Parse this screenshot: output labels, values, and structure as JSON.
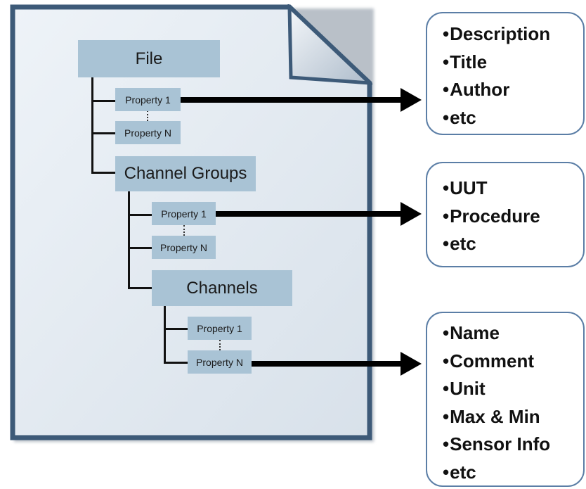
{
  "tree": {
    "file": "File",
    "file_property_1": "Property 1",
    "file_property_n": "Property N",
    "channel_groups": "Channel Groups",
    "group_property_1": "Property 1",
    "group_property_n": "Property N",
    "channels": "Channels",
    "channel_property_1": "Property 1",
    "channel_property_n": "Property N"
  },
  "file_properties_box": [
    "Description",
    "Title",
    "Author",
    "etc"
  ],
  "group_properties_box": [
    "UUT",
    "Procedure",
    "etc"
  ],
  "channel_properties_box": [
    "Name",
    "Comment",
    "Unit",
    "Max & Min",
    "Sensor Info",
    "etc"
  ],
  "colors": {
    "node_fill": "#a9c3d5",
    "document_border": "#3d5a78",
    "box_border": "#5b7ea6"
  }
}
